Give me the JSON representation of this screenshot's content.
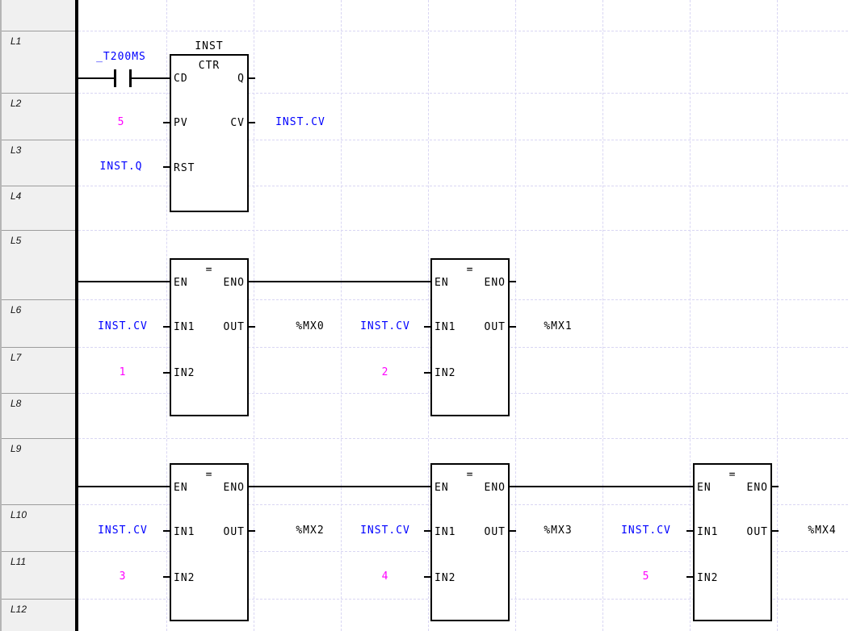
{
  "editor": {
    "language": "ladder-diagram",
    "row_labels": [
      "L1",
      "L2",
      "L3",
      "L4",
      "L5",
      "L6",
      "L7",
      "L8",
      "L9",
      "L10",
      "L11",
      "L12"
    ]
  },
  "colors": {
    "variable_text": "#0000ff",
    "constant_text": "#ff00ff",
    "static_text": "#000000",
    "grid_line": "#d9d6f3",
    "row_header_bg": "#f0f0f0",
    "wire": "#000000"
  },
  "pin_labels": {
    "cd": "CD",
    "pv": "PV",
    "rst": "RST",
    "q": "Q",
    "cv": "CV",
    "en": "EN",
    "eno": "ENO",
    "in1": "IN1",
    "in2": "IN2",
    "out": "OUT"
  },
  "rungs": [
    {
      "contact_label": "_T200MS",
      "block": {
        "instance": "INST",
        "operator": "CTR",
        "pv_value": "5",
        "rst_value": "INST.Q",
        "cv_output": "INST.CV"
      }
    },
    {
      "blocks": [
        {
          "operator": "=",
          "in1": "INST.CV",
          "in2": "1",
          "out": "%MX0"
        },
        {
          "operator": "=",
          "in1": "INST.CV",
          "in2": "2",
          "out": "%MX1"
        }
      ]
    },
    {
      "blocks": [
        {
          "operator": "=",
          "in1": "INST.CV",
          "in2": "3",
          "out": "%MX2"
        },
        {
          "operator": "=",
          "in1": "INST.CV",
          "in2": "4",
          "out": "%MX3"
        },
        {
          "operator": "=",
          "in1": "INST.CV",
          "in2": "5",
          "out": "%MX4"
        }
      ]
    }
  ]
}
